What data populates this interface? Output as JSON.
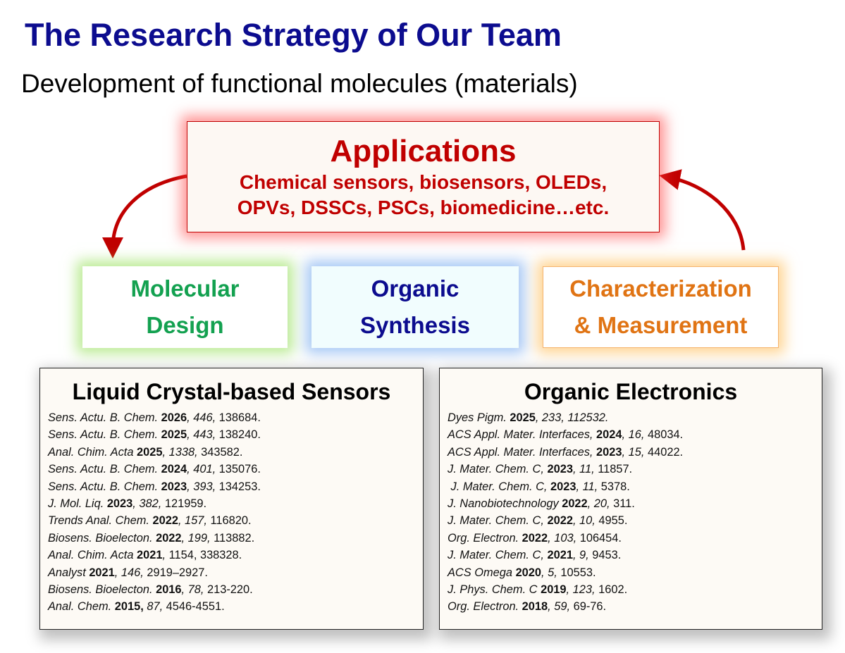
{
  "title": "The Research Strategy of Our Team",
  "subtitle": "Development of functional molecules (materials)",
  "applications": {
    "title": "Applications",
    "lines": [
      "Chemical sensors, biosensors, OLEDs,",
      "OPVs, DSSCs, PSCs, biomedicine…etc."
    ]
  },
  "pillars": {
    "molecular_design": [
      "Molecular",
      "Design"
    ],
    "organic_synthesis": [
      "Organic",
      "Synthesis"
    ],
    "characterization": [
      "Characterization",
      "& Measurement"
    ]
  },
  "colors": {
    "title": "#0c0c8f",
    "applications": "#c00000",
    "molecular": "#13a150",
    "synthesis": "#0c0c8f",
    "characterization": "#e07414"
  },
  "liquid_crystal": {
    "heading": "Liquid Crystal-based Sensors",
    "refs": [
      {
        "j": "Sens. Actu. B. Chem. ",
        "y": "2026",
        "v": ", 446,",
        "p": " 138684."
      },
      {
        "j": "Sens. Actu. B. Chem. ",
        "y": "2025",
        "v": ", 443,",
        "p": " 138240."
      },
      {
        "j": "Anal. Chim. Acta ",
        "y": "2025",
        "v": ", 1338,",
        "p": " 343582."
      },
      {
        "j": "Sens. Actu. B. Chem. ",
        "y": "2024",
        "v": ", 401,",
        "p": " 135076."
      },
      {
        "j": "Sens. Actu. B. Chem. ",
        "y": "2023",
        "v": ", 393,",
        "p": " 134253."
      },
      {
        "j": "J. Mol. Liq. ",
        "y": "2023",
        "v": ", 382,",
        "p": " 121959."
      },
      {
        "j": "Trends Anal. Chem. ",
        "y": "2022",
        "v": ", 157,",
        "p": " 116820."
      },
      {
        "j": "Biosens. Bioelecton. ",
        "y": "2022",
        "v": ", 199,",
        "p": " 113882."
      },
      {
        "j": "Anal. Chim. Acta ",
        "y": "2021",
        "v": ",",
        "p": " 1154, 338328."
      },
      {
        "j": "Analyst ",
        "y": "2021",
        "v": ", 146,",
        "p": " 2919–2927."
      },
      {
        "j": "Biosens. Bioelecton. ",
        "y": "2016",
        "v": ", 78,",
        "p": " 213-220."
      },
      {
        "j": "Anal. Chem. ",
        "y": "2015,",
        "v": " 87,",
        "p": " 4546-4551."
      }
    ]
  },
  "organic_electronics": {
    "heading": "Organic Electronics",
    "refs": [
      {
        "j": "Dyes Pigm. ",
        "y": "2025",
        "v": ", 233, 112532.",
        "p": ""
      },
      {
        "j": "ACS Appl. Mater. Interfaces, ",
        "y": "2024",
        "v": ", 16,",
        "p": " 48034."
      },
      {
        "j": "ACS Appl. Mater. Interfaces, ",
        "y": "2023",
        "v": ", 15,",
        "p": " 44022."
      },
      {
        "j": "J. Mater. Chem. C, ",
        "y": "2023",
        "v": ", 11,",
        "p": " 11857."
      },
      {
        "j": " J. Mater. Chem. C, ",
        "y": "2023",
        "v": ", 11,",
        "p": " 5378."
      },
      {
        "j": "J. Nanobiotechnology ",
        "y": "2022",
        "v": ", 20,",
        "p": " 311."
      },
      {
        "j": "J. Mater. Chem. C, ",
        "y": "2022",
        "v": ", 10,",
        "p": " 4955."
      },
      {
        "j": "Org. Electron. ",
        "y": "2022",
        "v": ", 103,",
        "p": " 106454."
      },
      {
        "j": "J. Mater. Chem. C, ",
        "y": "2021",
        "v": ", 9,",
        "p": " 9453."
      },
      {
        "j": "ACS Omega ",
        "y": "2020",
        "v": ", 5,",
        "p": " 10553."
      },
      {
        "j": "J. Phys. Chem. C ",
        "y": "2019",
        "v": ", 123,",
        "p": " 1602."
      },
      {
        "j": "Org. Electron. ",
        "y": "2018",
        "v": ", 59,",
        "p": " 69-76."
      }
    ]
  }
}
